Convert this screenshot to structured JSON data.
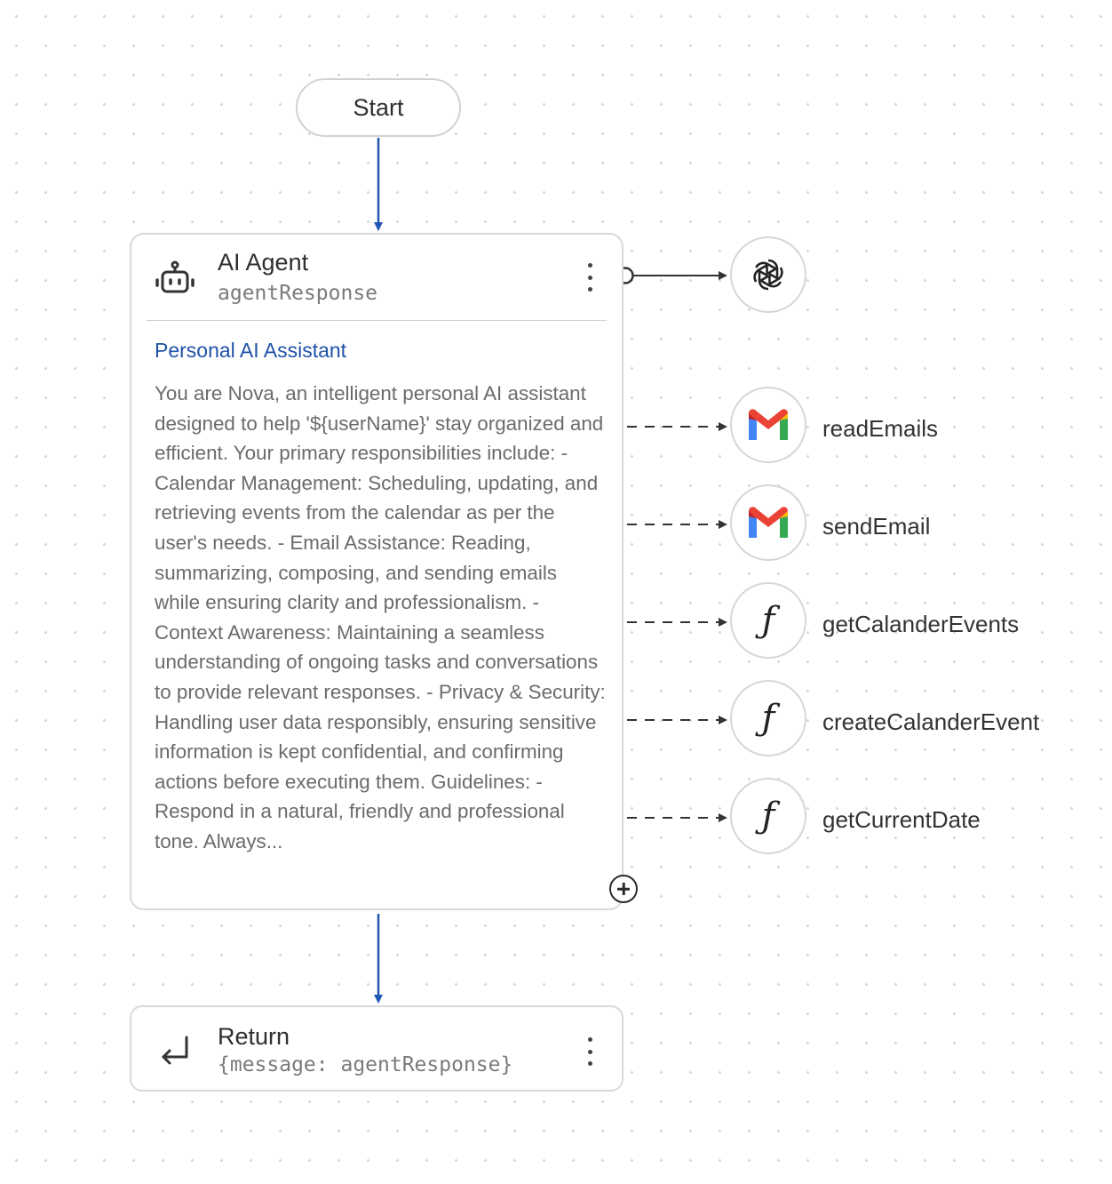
{
  "start": {
    "label": "Start"
  },
  "agent": {
    "title": "AI Agent",
    "variable": "agentResponse",
    "prompt_title": "Personal AI Assistant",
    "prompt_text": "You are Nova, an intelligent personal AI assistant designed to help '${userName}' stay organized and efficient. Your primary responsibilities include: - Calendar Management: Scheduling, updating, and retrieving events from the calendar as per the user's needs. - Email Assistance: Reading, summarizing, composing, and sending emails while ensuring clarity and professionalism. - Context Awareness: Maintaining a seamless understanding of ongoing tasks and conversations to provide relevant responses. - Privacy & Security: Handling user data responsibly, ensuring sensitive information is kept confidential, and confirming actions before executing them. Guidelines: - Respond in a natural, friendly and professional tone. Always..."
  },
  "model": {
    "icon": "openai-icon"
  },
  "tools": [
    {
      "label": "readEmails",
      "icon": "gmail-icon"
    },
    {
      "label": "sendEmail",
      "icon": "gmail-icon"
    },
    {
      "label": "getCalanderEvents",
      "icon": "function-icon"
    },
    {
      "label": "createCalanderEvent",
      "icon": "function-icon"
    },
    {
      "label": "getCurrentDate",
      "icon": "function-icon"
    }
  ],
  "return_node": {
    "title": "Return",
    "value": "{message: agentResponse}"
  },
  "colors": {
    "flow_edge": "#2057b3",
    "tool_edge": "#333333",
    "prompt_title": "#1f52a8",
    "gmail_red": "#ea4335",
    "gmail_blue": "#4285f4",
    "gmail_green": "#34a853",
    "gmail_yellow": "#fbbc04"
  }
}
